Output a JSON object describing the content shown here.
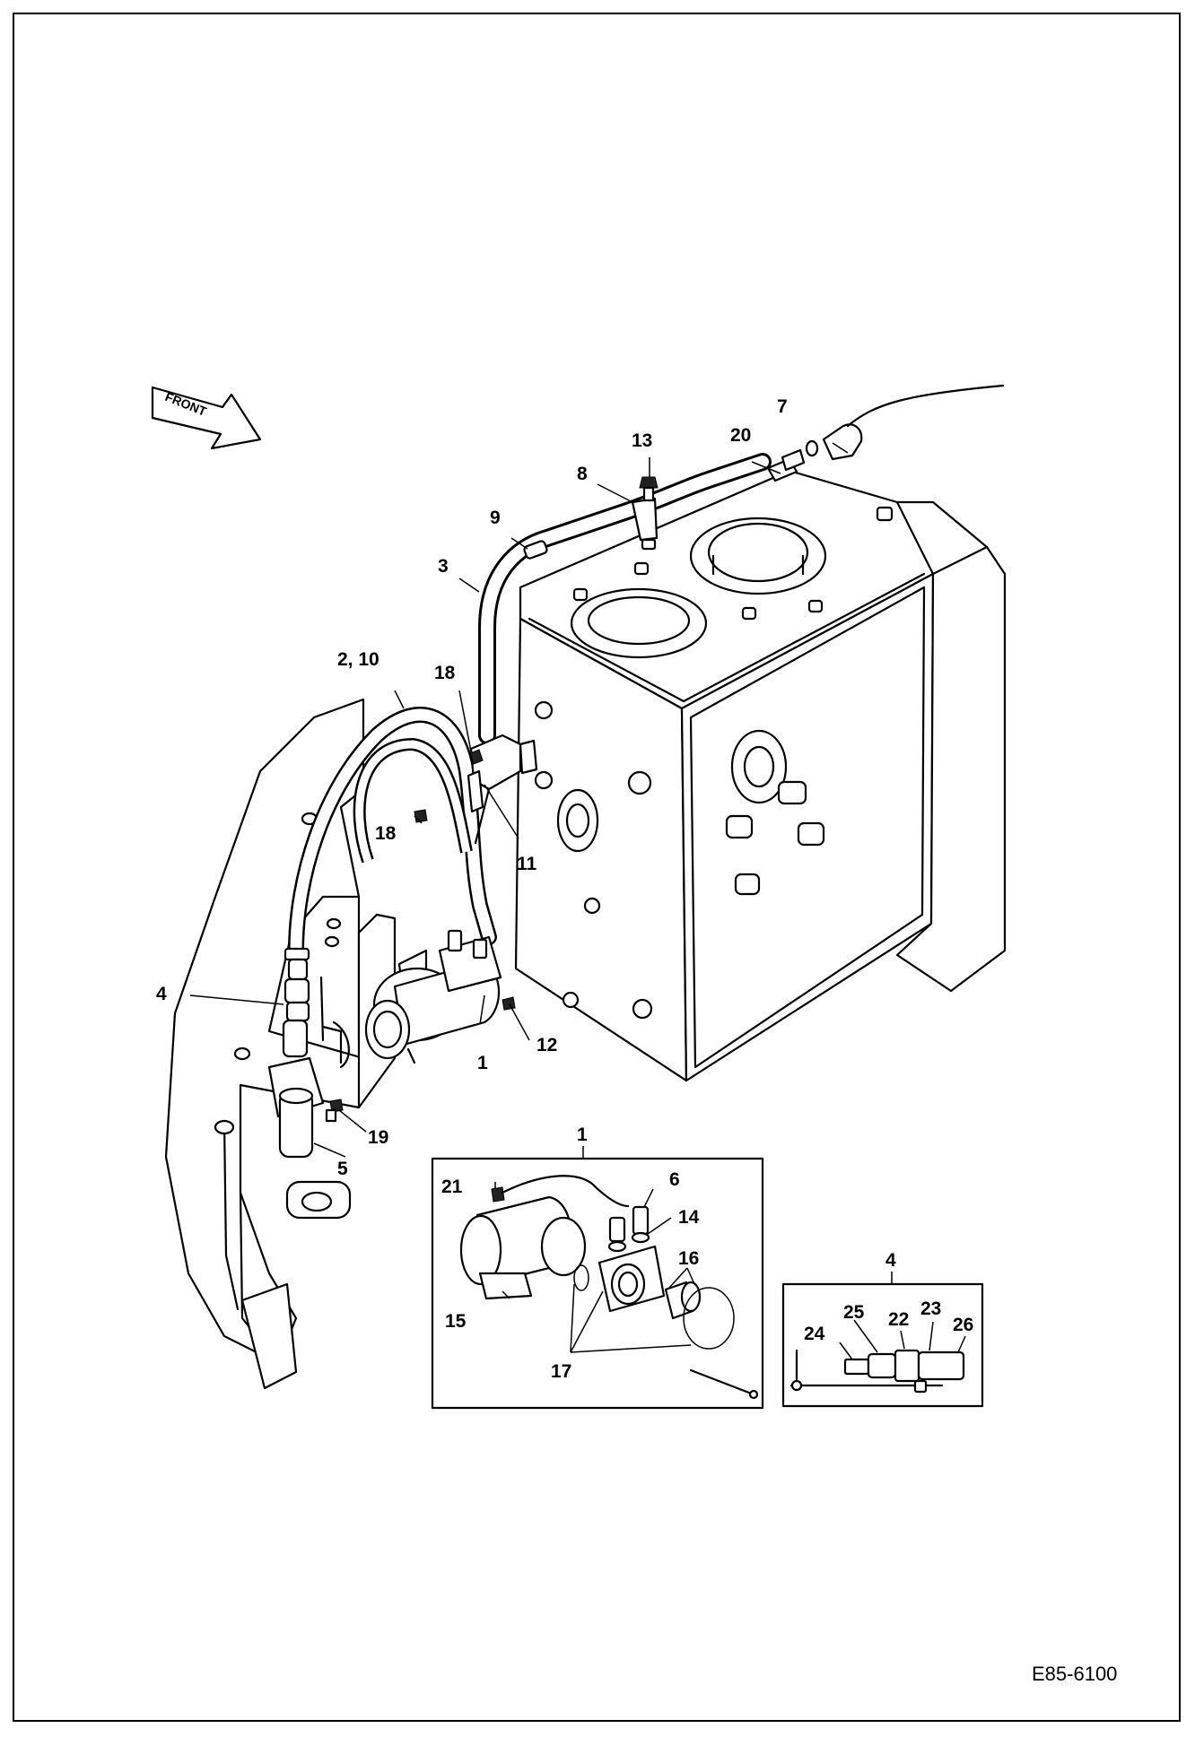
{
  "drawing": {
    "code": "E85-6100",
    "front_label": "FRONT"
  },
  "callouts": {
    "c1_main": "1",
    "c1_detail": "1",
    "c2_10": "2, 10",
    "c3": "3",
    "c4_main": "4",
    "c4_detail": "4",
    "c5": "5",
    "c6": "6",
    "c7": "7",
    "c8": "8",
    "c9": "9",
    "c11": "11",
    "c12": "12",
    "c13": "13",
    "c14": "14",
    "c15": "15",
    "c16": "16",
    "c17": "17",
    "c18a": "18",
    "c18b": "18",
    "c19": "19",
    "c20": "20",
    "c21": "21",
    "c22": "22",
    "c23": "23",
    "c24": "24",
    "c25": "25",
    "c26": "26"
  },
  "insets": {
    "pump_detail": "1",
    "filter_detail": "4"
  }
}
